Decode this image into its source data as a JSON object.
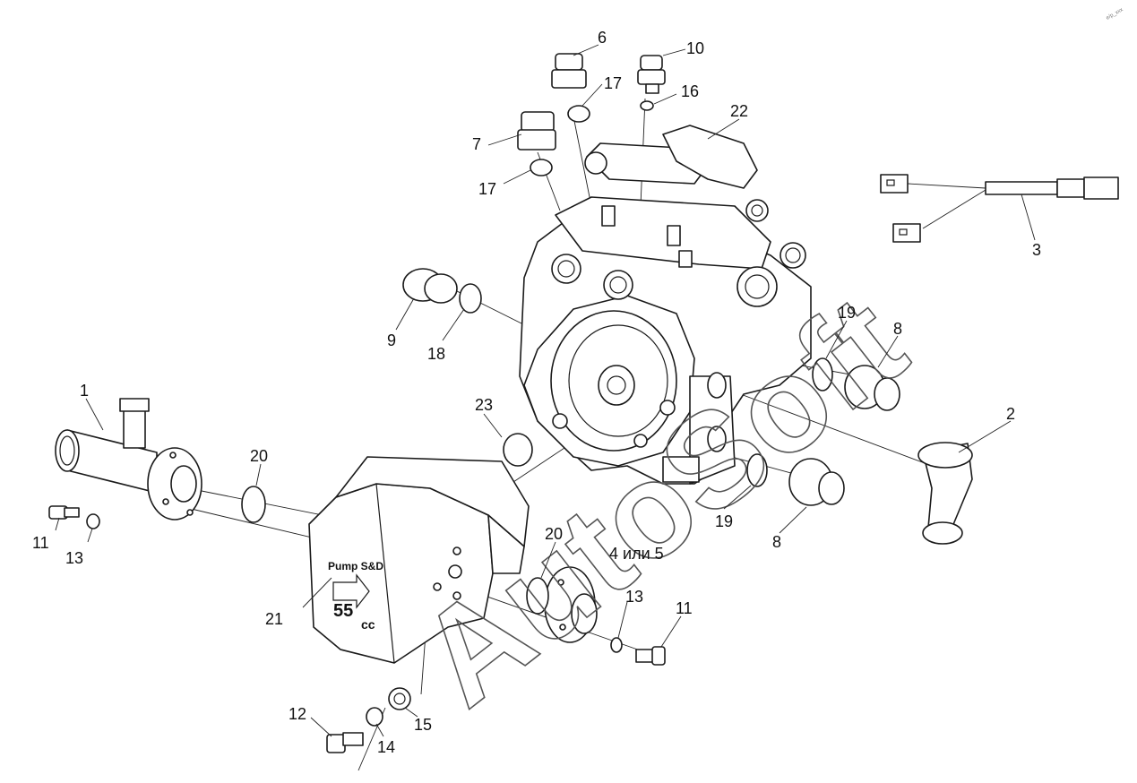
{
  "watermark": {
    "text": "AutoSoft"
  },
  "corner_mark": "e/p_xxx",
  "pump_label": {
    "line1": "Pump  S&D",
    "line2": "55",
    "line3": "cc"
  },
  "callouts": {
    "c1": "1",
    "c2": "2",
    "c3": "3",
    "c4or5": "4 или 5",
    "c6": "6",
    "c7": "7",
    "c8a": "8",
    "c8b": "8",
    "c9": "9",
    "c10": "10",
    "c11a": "11",
    "c11b": "11",
    "c12": "12",
    "c13a": "13",
    "c13b": "13",
    "c14": "14",
    "c15": "15",
    "c16": "16",
    "c17a": "17",
    "c17b": "17",
    "c18": "18",
    "c19a": "19",
    "c19b": "19",
    "c20a": "20",
    "c20b": "20",
    "c21": "21",
    "c22": "22",
    "c23": "23"
  }
}
